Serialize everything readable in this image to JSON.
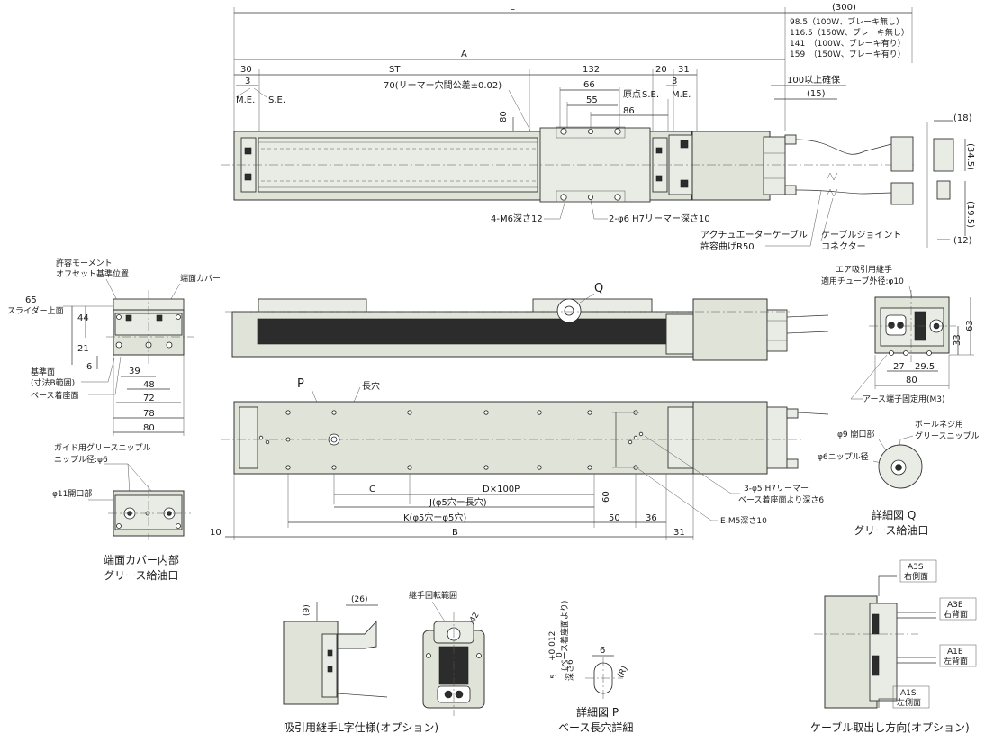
{
  "top_view": {
    "dim_L": "L",
    "dim_300": "(300)",
    "motor_table": [
      "98.5（100W、ブレーキ無し）",
      "116.5（150W、ブレーキ無し）",
      "141　（100W、ブレーキ有り）",
      "159　（150W、ブレーキ有り）"
    ],
    "dim_A": "A",
    "dim_30": "30",
    "dim_ST": "ST",
    "dim_132": "132",
    "dim_20": "20",
    "dim_31": "31",
    "clearance": "100以上確保",
    "dim_15": "(15)",
    "me_left": "M.E.",
    "se_left": "S.E.",
    "dim_3_left": "3",
    "reamer_pitch": "70(リーマー穴間公差±0.02)",
    "dim_66": "66",
    "dim_55": "55",
    "origin": "原点",
    "dim_86": "86",
    "se_right": "S.E.",
    "me_right": "M.E.",
    "dim_3_right": "3",
    "dim_80": "80",
    "tap": "4-M6深さ12",
    "reamer": "2-φ6 H7リーマー深さ10",
    "cable_bend_1": "アクチュエーターケーブル",
    "cable_bend_2": "許容曲げR50",
    "connector_1": "ケーブルジョイント",
    "connector_2": "コネクター",
    "conn_18": "(18)",
    "conn_345": "(34.5)",
    "conn_195": "(19.5)",
    "conn_12": "(12)"
  },
  "end_view_left": {
    "moment_1": "許容モーメント",
    "moment_2": "オフセット基準位置",
    "end_cover": "端面カバー",
    "dim_65": "65",
    "slider_top": "スライダー上面",
    "dim_44": "44",
    "dim_21": "21",
    "dim_6": "6",
    "ref_1": "基準面",
    "ref_2": "(寸法B範囲)",
    "base_mount": "ベース着座面",
    "dim_39": "39",
    "dim_48": "48",
    "dim_72": "72",
    "dim_78": "78",
    "dim_80": "80"
  },
  "grease_inner": {
    "guide_1": "ガイド用グリースニップル",
    "guide_2": "ニップル径:φ6",
    "opening": "φ11開口部",
    "caption_1": "端面カバー内部",
    "caption_2": "グリース給油口"
  },
  "side_view": {
    "q": "Q"
  },
  "right_end_view": {
    "air_1": "エア吸引用継手",
    "air_2": "適用チューブ外径:φ10",
    "dim_63": "63",
    "dim_33": "33",
    "dim_27": "27",
    "dim_295": "29.5",
    "dim_80": "80",
    "ground": "アース端子固定用(M3)"
  },
  "bottom_view": {
    "p": "P",
    "slot": "長穴",
    "dim_C": "C",
    "dim_D": "D×100P",
    "dim_J": "J(φ5穴ー長穴)",
    "dim_K": "K(φ5穴ーφ5穴)",
    "dim_50": "50",
    "dim_36": "36",
    "dim_10": "10",
    "dim_B": "B",
    "dim_31": "31",
    "dim_60": "60",
    "reamer_1": "3-φ5 H7リーマー",
    "reamer_2": "ベース着座面より深さ6",
    "tap": "E-M5深さ10"
  },
  "detail_q": {
    "ball_1": "ボールネジ用",
    "ball_2": "グリースニップル",
    "opening": "φ9 開口部",
    "nipple": "φ6ニップル径",
    "caption_1": "詳細図 Q",
    "caption_2": "グリース給油口"
  },
  "l_fitting": {
    "dim_9": "(9)",
    "dim_26": "(26)",
    "rotation": "継手回転範囲",
    "dim_42": "φ42",
    "caption": "吸引用継手L字仕様(オプション)"
  },
  "detail_p": {
    "depth_1": "5",
    "tolerance": "+0.012",
    "tolerance_low": "0",
    "depth_2": "(ベース着座面より)",
    "depth_3": "深さ6",
    "dim_6": "6",
    "r": "(R)",
    "caption_1": "詳細図 P",
    "caption_2": "ベース長穴詳細"
  },
  "cable_options": {
    "a3s_1": "A3S",
    "a3s_2": "右側面",
    "a3e_1": "A3E",
    "a3e_2": "右背面",
    "a1e_1": "A1E",
    "a1e_2": "左背面",
    "a1s_1": "A1S",
    "a1s_2": "左側面",
    "caption": "ケーブル取出し方向(オプション)"
  }
}
